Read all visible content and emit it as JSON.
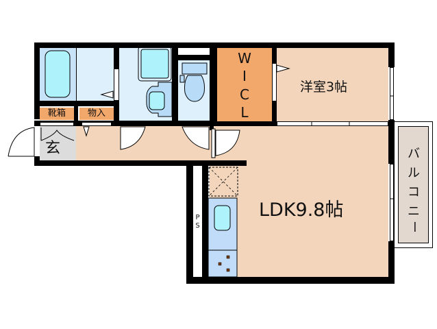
{
  "floor_plan": {
    "rooms": {
      "ldk": {
        "label": "LDK9.8帖",
        "color": "#f2d5bb"
      },
      "western_room": {
        "label": "洋室3帖",
        "color": "#f2d5bb"
      },
      "wic": {
        "label_chars": [
          "W",
          "I",
          "C",
          "L"
        ],
        "color": "#f2a76b"
      },
      "balcony": {
        "label_chars": [
          "バ",
          "ル",
          "コ",
          "ニ",
          "ー"
        ],
        "color": "#e2d8d0"
      },
      "entrance": {
        "label": "玄",
        "color": "#dcdcdc"
      },
      "hallway": {
        "color": "#f2d5bb"
      },
      "bathroom": {
        "color": "#c8e2f8"
      },
      "washroom": {
        "color": "#def0fc"
      },
      "toilet": {
        "color": "#def0fc"
      },
      "kitchen": {
        "color": "#c0dcf8"
      },
      "ps": {
        "label_chars": [
          "P",
          "S"
        ]
      }
    },
    "storage": {
      "shoe_box": "靴箱",
      "closet": "物入"
    },
    "colors": {
      "wall": "#000000",
      "fixture_cyan": "#aef2fb",
      "fixture_blue": "#b8dcf8",
      "tag_orange": "#f2a76b",
      "burner": "#7a3a10"
    }
  }
}
